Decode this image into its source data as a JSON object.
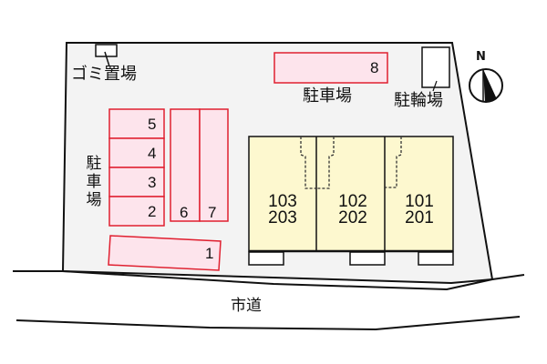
{
  "site_plan": {
    "labels": {
      "garbage": "ゴミ置場",
      "parking_top": "駐車場",
      "parking_left": "駐車場",
      "bicycle_parking": "駐輪場",
      "road": "市道",
      "north": "N"
    },
    "parking_spaces": [
      "1",
      "2",
      "3",
      "4",
      "5",
      "6",
      "7",
      "8"
    ],
    "units": [
      {
        "ground": "103",
        "upper": "203"
      },
      {
        "ground": "102",
        "upper": "202"
      },
      {
        "ground": "101",
        "upper": "201"
      }
    ],
    "colors": {
      "lot_fill": "#f3f3f3",
      "parking_fill": "#fde4ec",
      "parking_border": "#e02030",
      "building_fill": "#fdf8cf",
      "outline": "#111111"
    }
  }
}
